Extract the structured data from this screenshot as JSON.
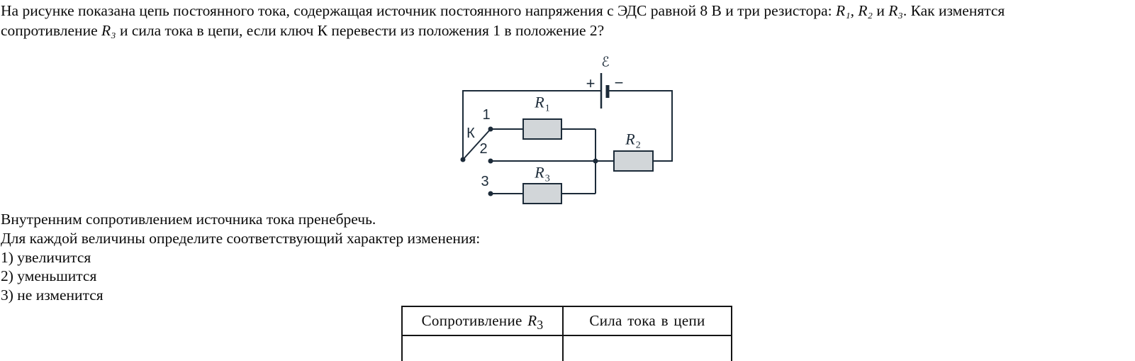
{
  "problem": {
    "line1": {
      "a": "На рисунке показана цепь постоянного тока, содержащая источник постоянного напряжения с ЭДС равной 8 В и три резистора: ",
      "r1": "R₁",
      "sep1": ", ",
      "r2": "R₂",
      "sep2": " и ",
      "r3": "R₃",
      "b": ". Как изменятся"
    },
    "line2": {
      "a": "сопротивление ",
      "r3": "R₃",
      "b": " и сила тока в цепи, если ключ К перевести из положения 1 в положение 2?"
    }
  },
  "circuit": {
    "emf_label": "ℰ",
    "plus_label": "+",
    "minus_label": "−",
    "switch_label": "К",
    "positions": [
      "1",
      "2",
      "3"
    ],
    "resistors": [
      {
        "base": "R",
        "sub": "1"
      },
      {
        "base": "R",
        "sub": "2"
      },
      {
        "base": "R",
        "sub": "3"
      }
    ],
    "colors": {
      "line": "#1c2b39",
      "resistor_fill": "#d2d6d9"
    }
  },
  "notes": {
    "ignore_internal_resistance": "Внутренним сопротивлением источника тока пренебречь.",
    "instruction": "Для каждой величины определите соответствующий характер изменения:",
    "options": [
      "1) увеличится",
      "2) уменьшится",
      "3) не изменится"
    ]
  },
  "table": {
    "col1_prefix": "Сопротивление ",
    "col1_math_base": "R",
    "col1_math_sub": "3",
    "col2": "Сила тока в цепи"
  }
}
